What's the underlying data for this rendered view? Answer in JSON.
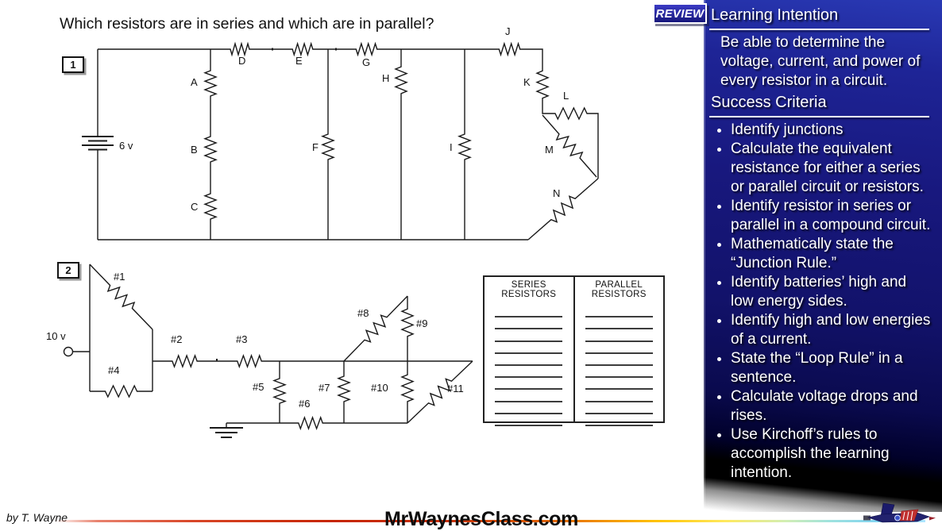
{
  "slide": {
    "title": "Which resistors are in series and which are in parallel?",
    "circuit1": {
      "number": "1",
      "battery_label": "6 v",
      "labels": [
        "A",
        "B",
        "C",
        "D",
        "E",
        "F",
        "G",
        "H",
        "I",
        "J",
        "K",
        "L",
        "M",
        "N"
      ]
    },
    "circuit2": {
      "number": "2",
      "source_label": "10 v",
      "labels": [
        "#1",
        "#2",
        "#3",
        "#4",
        "#5",
        "#6",
        "#7",
        "#8",
        "#9",
        "#10",
        "#11"
      ]
    },
    "table": {
      "columns": [
        {
          "header": "SERIES\nRESISTORS"
        },
        {
          "header": "PARALLEL\nRESISTORS"
        }
      ],
      "lines_per_column": 10
    }
  },
  "sidebar": {
    "badge": "REVIEW",
    "learning_intention": {
      "title": "Learning Intention",
      "body": "Be able to determine the\nvoltage, current, and power of\nevery resistor in a circuit."
    },
    "success_criteria": {
      "title": "Success Criteria",
      "bullets": [
        "Identify junctions",
        "Calculate the equivalent\nresistance for either a series\nor parallel circuit or resistors.",
        "Identify resistor in series or\nparallel in a compound circuit.",
        "Mathematically state the\n“Junction Rule.”",
        "Identify batteries’ high and\nlow energy sides.",
        "Identify high and low energies\nof a current.",
        "State the “Loop Rule” in a\nsentence.",
        "Calculate voltage drops and\nrises.",
        "Use Kirchoff’s rules to\naccomplish the learning\nintention."
      ]
    },
    "colors": {
      "panel_top": "#2939b4",
      "panel_mid": "#16167a",
      "text": "#ffffff"
    }
  },
  "footer": {
    "credit": "by T. Wayne",
    "site": "MrWaynesClass.com"
  }
}
